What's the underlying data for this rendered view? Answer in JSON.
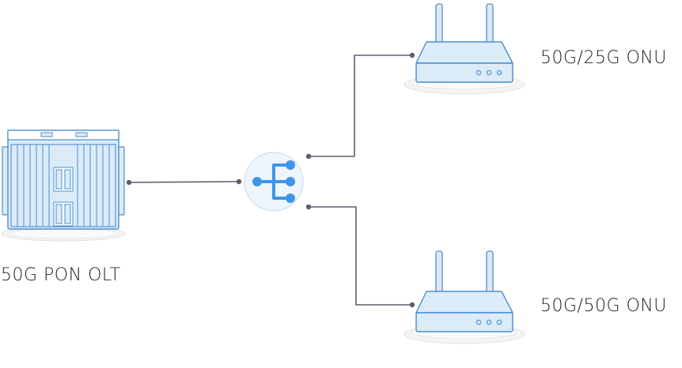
{
  "labels": {
    "olt": "50G PON OLT",
    "onu_top": "50G/25G ONU",
    "onu_bottom": "50G/50G ONU"
  },
  "colors": {
    "device_fill": "#dcebf8",
    "device_stroke": "#4a8fd0",
    "splitter_fill": "#eef5fc",
    "splitter_icon": "#3d95ea",
    "line": "#5e5e6e",
    "shadow": "#f2f2f2"
  },
  "icons": {
    "olt": "olt-chassis-icon",
    "splitter": "splitter-icon",
    "onu": "router-icon"
  }
}
